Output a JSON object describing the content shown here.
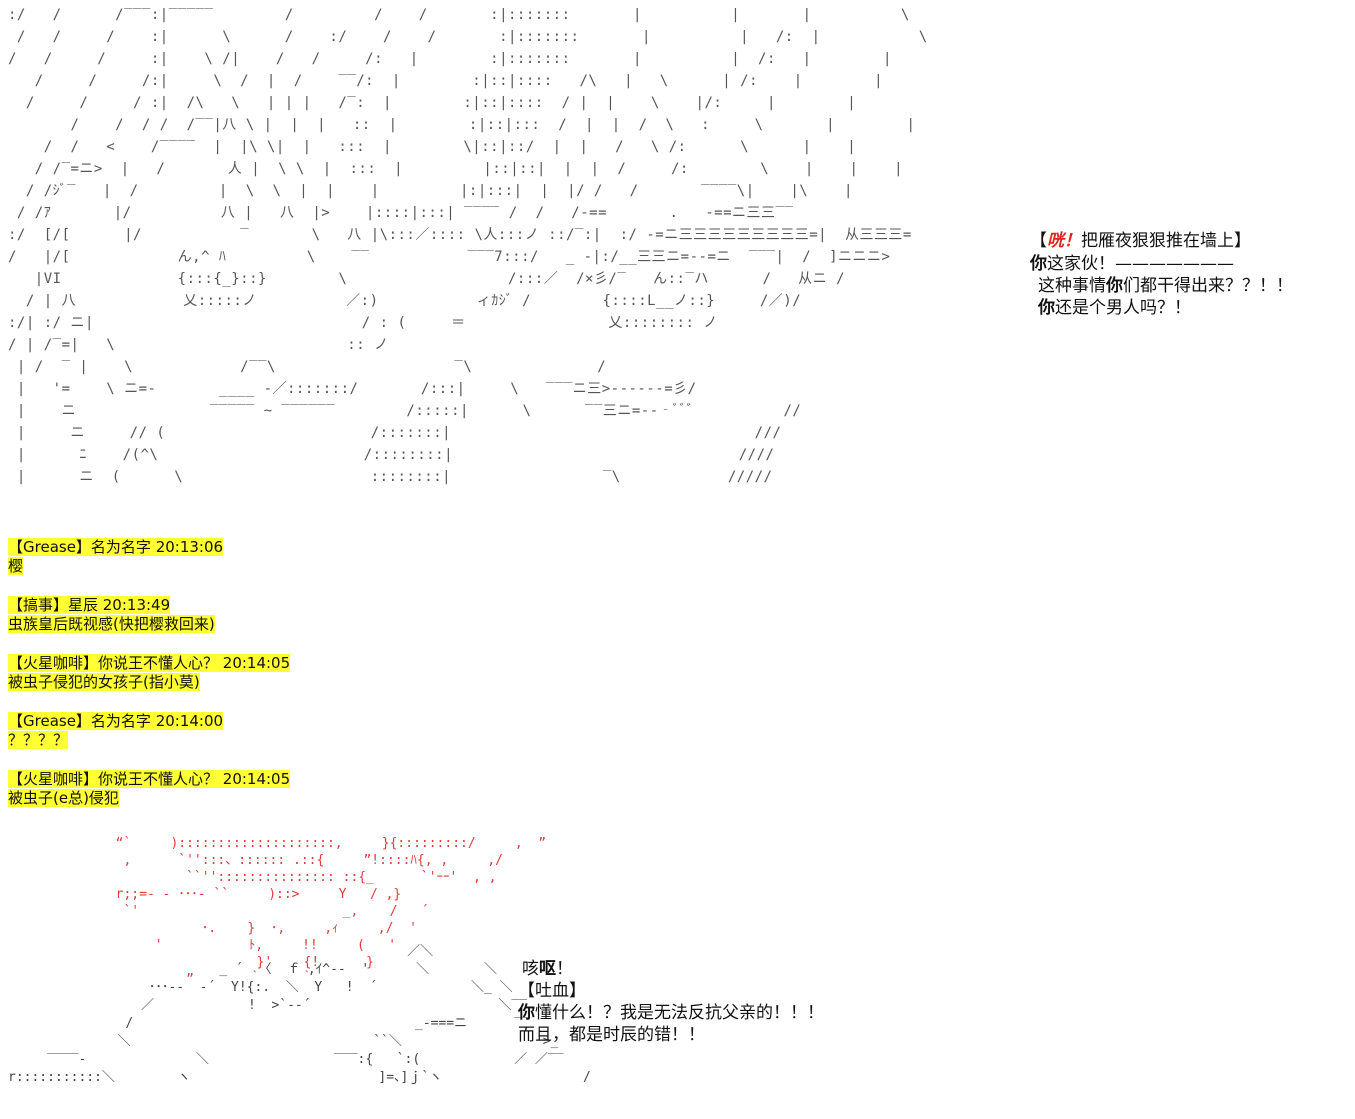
{
  "top_scene": {
    "shout_prefix": "【",
    "shout_red": "咣！",
    "shout_rest": "把雁夜狠狠推在墙上】",
    "line1_bold": "你",
    "line1_rest": "这家伙！———————",
    "line2_pre": "这种事情",
    "line2_bold": "你",
    "line2_rest": "们都干得出来？？！！",
    "line3_bold": "你",
    "line3_rest": "还是个男人吗？！"
  },
  "chat": [
    {
      "header": "【Grease】名为名字 20:13:06",
      "body": "樱"
    },
    {
      "header": "【搞事】星辰 20:13:49",
      "body": "虫族皇后既视感(快把樱救回来)"
    },
    {
      "header": "【火星咖啡】你说王不懂人心？ 20:14:05",
      "body": "被虫子侵犯的女孩子(指小莫)"
    },
    {
      "header": "【Grease】名为名字 20:14:00",
      "body": "？？？？"
    },
    {
      "header": "【火星咖啡】你说王不懂人心？ 20:14:05",
      "body": "被虫子(e总)侵犯"
    }
  ],
  "bottom_scene": {
    "line1_pre": "咳",
    "line1_bold": "呕",
    "line1_rest": "！",
    "line2": "【吐血】",
    "line3_bold": "你",
    "line3_rest": "懂什么！？我是无法反抗父亲的！！！",
    "line4": "而且，都是时辰的错！！"
  }
}
